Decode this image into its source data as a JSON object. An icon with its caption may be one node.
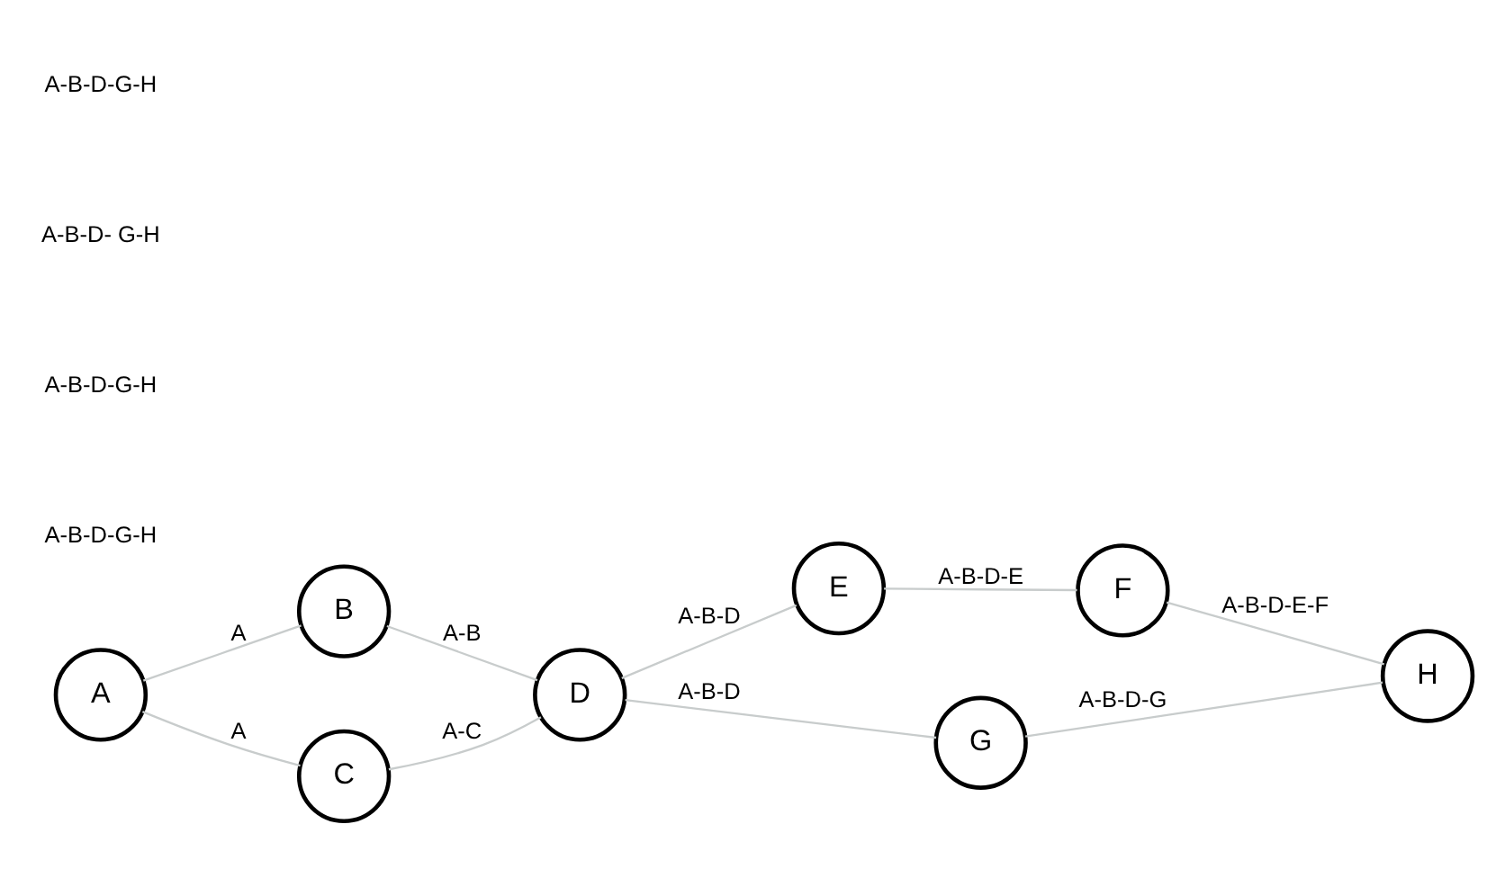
{
  "diagram": {
    "nodes": [
      {
        "text": [
          "A"
        ]
      },
      {
        "text": [
          "B"
        ]
      },
      {
        "text": [
          "C"
        ]
      },
      {
        "text": [
          "D"
        ]
      },
      {
        "text": [
          "E"
        ]
      },
      {
        "text": [
          "F"
        ]
      },
      {
        "text": [
          "G"
        ]
      },
      {
        "text": [
          "H"
        ]
      }
    ],
    "edges": [
      {
        "from": 0,
        "to": 1,
        "arrow": "none",
        "label": "A"
      },
      {
        "from": 0,
        "to": 2,
        "arrow": "none",
        "label": "A"
      },
      {
        "from": 1,
        "to": 3,
        "arrow": "none",
        "label": "A-B"
      },
      {
        "from": 2,
        "to": 3,
        "arrow": "none",
        "label": "A-C"
      },
      {
        "from": 3,
        "to": 4,
        "arrow": "none",
        "label": "A-B-D"
      },
      {
        "from": 4,
        "to": 5,
        "arrow": "none",
        "label": "A-B-D-E"
      },
      {
        "from": 3,
        "to": 6,
        "arrow": "none",
        "label": "A-B-D"
      },
      {
        "from": 5,
        "to": 7,
        "arrow": "none",
        "label": "A-B-D-E-F"
      },
      {
        "from": 6,
        "to": 7,
        "arrow": "none",
        "label": "A-B-D-G"
      }
    ],
    "labels": [
      "A-B-D-G-H",
      "A-B-D-G-H",
      "A-B-D- G-H",
      "A-B-D-G-H"
    ]
  }
}
